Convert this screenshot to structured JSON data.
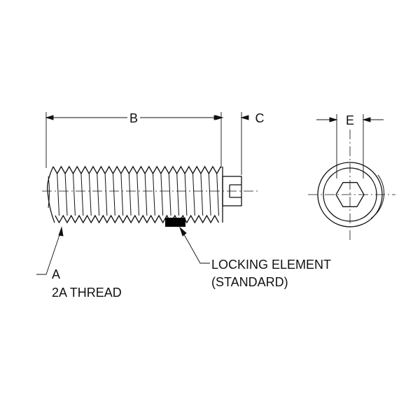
{
  "dimensions": {
    "b": "B",
    "c": "C",
    "e": "E"
  },
  "callouts": {
    "thread_line1": "A",
    "thread_line2": "2A THREAD",
    "lock_line1": "LOCKING ELEMENT",
    "lock_line2": "(STANDARD)"
  },
  "colors": {
    "line": "#111111",
    "background": "#ffffff",
    "locking_element": "#000000"
  }
}
